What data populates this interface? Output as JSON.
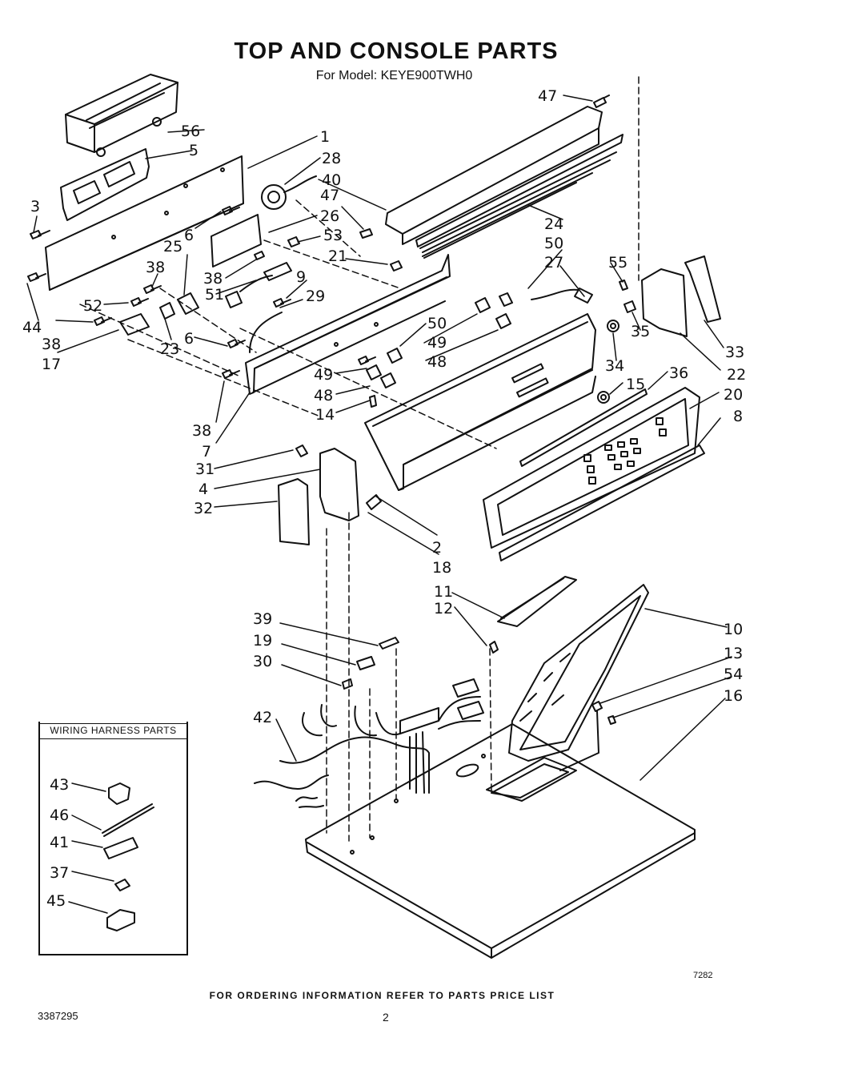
{
  "header": {
    "title": "TOP AND CONSOLE PARTS",
    "subtitle": "For Model: KEYE900TWH0"
  },
  "harness_box": {
    "title": "WIRING HARNESS PARTS",
    "labels": [
      "43",
      "46",
      "41",
      "37",
      "45"
    ]
  },
  "callouts": [
    "47",
    "56",
    "5",
    "1",
    "28",
    "40",
    "24",
    "3",
    "6",
    "26",
    "47",
    "53",
    "50",
    "27",
    "55",
    "25",
    "38",
    "21",
    "38",
    "51",
    "9",
    "29",
    "44",
    "52",
    "38",
    "17",
    "23",
    "6",
    "50",
    "49",
    "48",
    "49",
    "48",
    "14",
    "34",
    "35",
    "22",
    "33",
    "15",
    "36",
    "20",
    "8",
    "38",
    "7",
    "31",
    "4",
    "32",
    "2",
    "18",
    "11",
    "12",
    "10",
    "39",
    "19",
    "30",
    "13",
    "54",
    "16",
    "42"
  ],
  "footer": {
    "ordering_note": "FOR ORDERING INFORMATION REFER TO PARTS PRICE LIST",
    "part_number": "3387295",
    "page_number": "2",
    "drawing_code": "7282"
  },
  "colors": {
    "ink": "#111111",
    "paper": "#ffffff"
  }
}
